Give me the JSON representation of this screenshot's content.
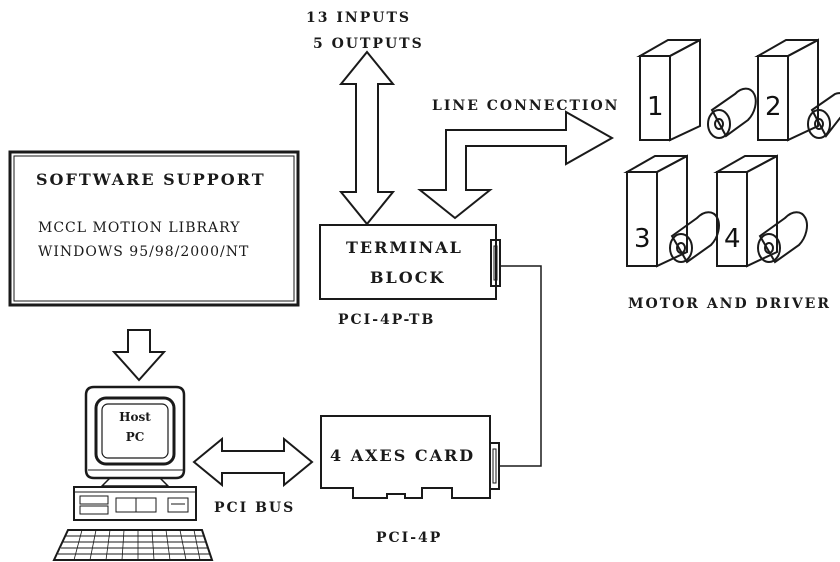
{
  "labels": {
    "io_inputs": "13 INPUTS",
    "io_outputs": "5 OUTPUTS",
    "line_connection": "LINE CONNECTION",
    "software_title": "SOFTWARE SUPPORT",
    "software_line1": "MCCL MOTION LIBRARY",
    "software_line2": "WINDOWS 95/98/2000/NT",
    "terminal_line1": "TERMINAL",
    "terminal_line2": "BLOCK",
    "terminal_part": "PCI-4P-TB",
    "card_label": "4 AXES CARD",
    "card_part": "PCI-4P",
    "pci_bus": "PCI BUS",
    "host_line1": "Host",
    "host_line2": "PC",
    "motor_caption": "MOTOR AND DRIVER"
  },
  "motors": [
    {
      "number": "1"
    },
    {
      "number": "2"
    },
    {
      "number": "3"
    },
    {
      "number": "4"
    }
  ]
}
